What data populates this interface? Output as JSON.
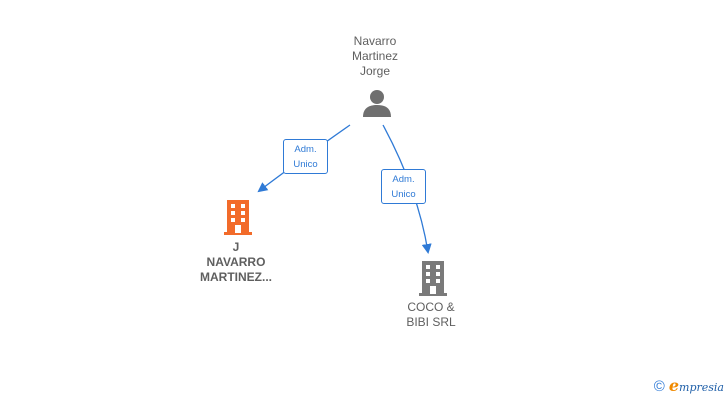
{
  "nodes": {
    "person": {
      "lines": [
        "Navarro",
        "Martinez",
        "Jorge"
      ]
    },
    "company_j": {
      "lines": [
        "J",
        "NAVARRO",
        "MARTINEZ..."
      ],
      "color": "#f26b2a"
    },
    "company_coco": {
      "lines": [
        "COCO &",
        "BIBI SRL"
      ],
      "color": "#7a7a7a"
    }
  },
  "edges": [
    {
      "from": "person",
      "to": "company_j",
      "label": [
        "Adm.",
        "Unico"
      ]
    },
    {
      "from": "person",
      "to": "company_coco",
      "label": [
        "Adm.",
        "Unico"
      ]
    }
  ],
  "footer": {
    "copyright": "©",
    "brand_initial": "e",
    "brand_rest": "mpresia"
  },
  "colors": {
    "edge": "#2f7ad6",
    "person_icon": "#6f6f6f",
    "text": "#5f5f5f"
  }
}
